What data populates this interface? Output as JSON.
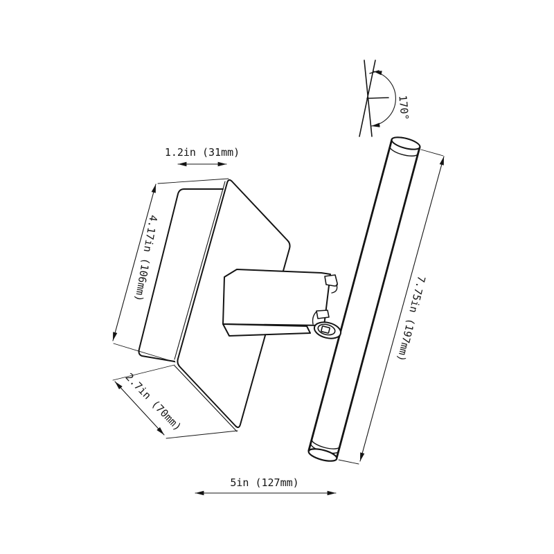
{
  "drawing": {
    "subject": "wall-mounted swivel lamp technical dimension drawing",
    "background_color": "#ffffff",
    "line_color": "#141414",
    "labels": {
      "plate_depth": "1.2in (31mm)",
      "plate_height": "4.17in (106mm)",
      "plate_width": "2.7in (70mm)",
      "base_width": "5in (127mm)",
      "bar_length": "7.75in (197mm)",
      "swivel_angle": "170°"
    }
  }
}
